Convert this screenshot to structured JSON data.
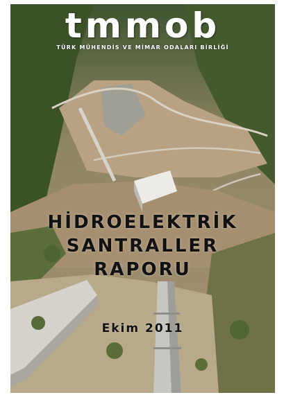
{
  "cover": {
    "brand": "tmmob",
    "subtitle": "TÜRK MÜHENDİS VE MİMAR ODALARI BİRLİĞİ",
    "title_lines": [
      "HİDROELEKTRİK",
      "SANTRALLER",
      "RAPORU"
    ],
    "date": "Ekim 2011"
  },
  "colors": {
    "brand_text": "#ffffff",
    "title_text": "#111111",
    "forest": "#3f5a2c",
    "slope": "#b49e7e",
    "concrete": "#c9c7c0"
  }
}
